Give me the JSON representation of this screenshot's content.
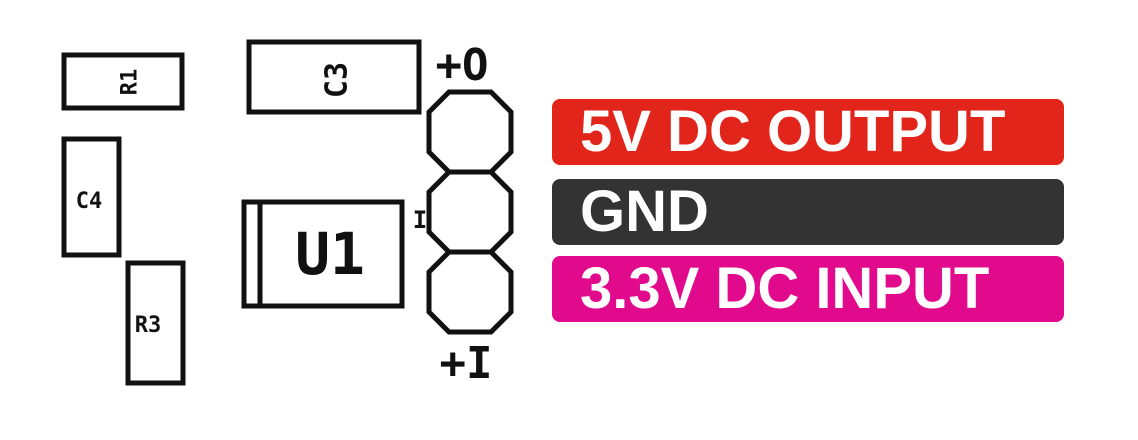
{
  "components": {
    "r1": "R1",
    "c3": "C3",
    "c4": "C4",
    "r3": "R3",
    "u1": "U1"
  },
  "pins": {
    "top_marker": "+O",
    "bottom_marker": "+I",
    "pin1_marker": "I"
  },
  "labels": [
    {
      "text": "5V DC OUTPUT",
      "color": "#e1251b"
    },
    {
      "text": "GND",
      "color": "#333333"
    },
    {
      "text": "3.3V DC INPUT",
      "color": "#e10a8c"
    }
  ],
  "colors": {
    "silkscreen": "#111111",
    "background": "#ffffff"
  }
}
